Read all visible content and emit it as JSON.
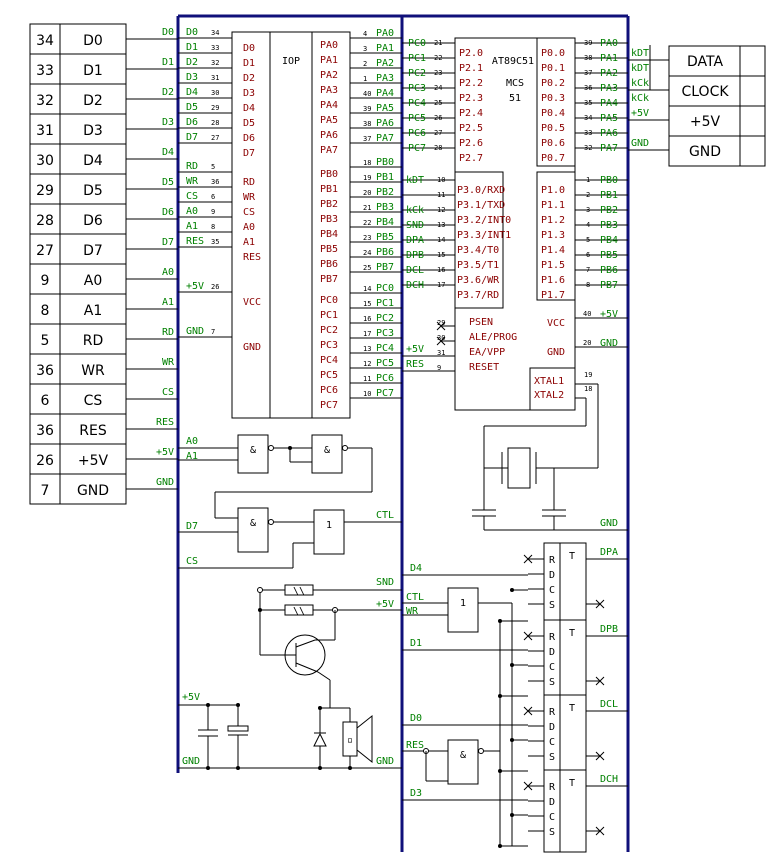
{
  "left_connector": [
    {
      "pin": "34",
      "name": "D0",
      "net": "D0"
    },
    {
      "pin": "33",
      "name": "D1",
      "net": "D1"
    },
    {
      "pin": "32",
      "name": "D2",
      "net": "D2"
    },
    {
      "pin": "31",
      "name": "D3",
      "net": "D3"
    },
    {
      "pin": "30",
      "name": "D4",
      "net": "D4"
    },
    {
      "pin": "29",
      "name": "D5",
      "net": "D5"
    },
    {
      "pin": "28",
      "name": "D6",
      "net": "D6"
    },
    {
      "pin": "27",
      "name": "D7",
      "net": "D7"
    },
    {
      "pin": "9",
      "name": "A0",
      "net": "A0"
    },
    {
      "pin": "8",
      "name": "A1",
      "net": "A1"
    },
    {
      "pin": "5",
      "name": "RD",
      "net": "RD"
    },
    {
      "pin": "36",
      "name": "WR",
      "net": "WR"
    },
    {
      "pin": "6",
      "name": "CS",
      "net": "CS"
    },
    {
      "pin": "36",
      "name": "RES",
      "net": "RES"
    },
    {
      "pin": "26",
      "name": "+5V",
      "net": "+5V"
    },
    {
      "pin": "7",
      "name": "GND",
      "net": "GND"
    }
  ],
  "right_connector": [
    {
      "name": "DATA",
      "net": "kDT"
    },
    {
      "name": "CLOCK",
      "net": "kCk"
    },
    {
      "name": "+5V",
      "net": "+5V"
    },
    {
      "name": "GND",
      "net": "GND"
    }
  ],
  "iop": {
    "title": "IOP",
    "left": [
      {
        "net": "D0",
        "pin": "34",
        "name": "D0"
      },
      {
        "net": "D1",
        "pin": "33",
        "name": "D1"
      },
      {
        "net": "D2",
        "pin": "32",
        "name": "D2"
      },
      {
        "net": "D3",
        "pin": "31",
        "name": "D3"
      },
      {
        "net": "D4",
        "pin": "30",
        "name": "D4"
      },
      {
        "net": "D5",
        "pin": "29",
        "name": "D5"
      },
      {
        "net": "D6",
        "pin": "28",
        "name": "D6"
      },
      {
        "net": "D7",
        "pin": "27",
        "name": "D7"
      },
      {
        "net": "RD",
        "pin": "5",
        "name": "RD"
      },
      {
        "net": "WR",
        "pin": "36",
        "name": "WR"
      },
      {
        "net": "CS",
        "pin": "6",
        "name": "CS"
      },
      {
        "net": "A0",
        "pin": "9",
        "name": "A0"
      },
      {
        "net": "A1",
        "pin": "8",
        "name": "A1"
      },
      {
        "net": "RES",
        "pin": "35",
        "name": "RES"
      },
      {
        "net": "+5V",
        "pin": "26",
        "name": "VCC"
      },
      {
        "net": "GND",
        "pin": "7",
        "name": "GND"
      }
    ],
    "porta": [
      {
        "name": "PA0",
        "pin": "4",
        "net": "PA0"
      },
      {
        "name": "PA1",
        "pin": "3",
        "net": "PA1"
      },
      {
        "name": "PA2",
        "pin": "2",
        "net": "PA2"
      },
      {
        "name": "PA3",
        "pin": "1",
        "net": "PA3"
      },
      {
        "name": "PA4",
        "pin": "40",
        "net": "PA4"
      },
      {
        "name": "PA5",
        "pin": "39",
        "net": "PA5"
      },
      {
        "name": "PA6",
        "pin": "38",
        "net": "PA6"
      },
      {
        "name": "PA7",
        "pin": "37",
        "net": "PA7"
      }
    ],
    "portb": [
      {
        "name": "PB0",
        "pin": "18",
        "net": "PB0"
      },
      {
        "name": "PB1",
        "pin": "19",
        "net": "PB1"
      },
      {
        "name": "PB2",
        "pin": "20",
        "net": "PB2"
      },
      {
        "name": "PB3",
        "pin": "21",
        "net": "PB3"
      },
      {
        "name": "PB4",
        "pin": "22",
        "net": "PB4"
      },
      {
        "name": "PB5",
        "pin": "23",
        "net": "PB5"
      },
      {
        "name": "PB6",
        "pin": "24",
        "net": "PB6"
      },
      {
        "name": "PB7",
        "pin": "25",
        "net": "PB7"
      }
    ],
    "portc": [
      {
        "name": "PC0",
        "pin": "14",
        "net": "PC0"
      },
      {
        "name": "PC1",
        "pin": "15",
        "net": "PC1"
      },
      {
        "name": "PC2",
        "pin": "16",
        "net": "PC2"
      },
      {
        "name": "PC3",
        "pin": "17",
        "net": "PC3"
      },
      {
        "name": "PC4",
        "pin": "13",
        "net": "PC4"
      },
      {
        "name": "PC5",
        "pin": "12",
        "net": "PC5"
      },
      {
        "name": "PC6",
        "pin": "11",
        "net": "PC6"
      },
      {
        "name": "PC7",
        "pin": "10",
        "net": "PC7"
      }
    ]
  },
  "mcu": {
    "part": "AT89C51",
    "family": "MCS",
    "family2": "51",
    "p2": [
      {
        "net": "PC0",
        "pin": "21",
        "name": "P2.0"
      },
      {
        "net": "PC1",
        "pin": "22",
        "name": "P2.1"
      },
      {
        "net": "PC2",
        "pin": "23",
        "name": "P2.2"
      },
      {
        "net": "PC3",
        "pin": "24",
        "name": "P2.3"
      },
      {
        "net": "PC4",
        "pin": "25",
        "name": "P2.4"
      },
      {
        "net": "PC5",
        "pin": "26",
        "name": "P2.5"
      },
      {
        "net": "PC6",
        "pin": "27",
        "name": "P2.6"
      },
      {
        "net": "PC7",
        "pin": "28",
        "name": "P2.7"
      }
    ],
    "p0": [
      {
        "name": "P0.0",
        "pin": "39",
        "net": "PA0"
      },
      {
        "name": "P0.1",
        "pin": "38",
        "net": "PA1"
      },
      {
        "name": "P0.2",
        "pin": "37",
        "net": "PA2"
      },
      {
        "name": "P0.3",
        "pin": "36",
        "net": "PA3"
      },
      {
        "name": "P0.4",
        "pin": "35",
        "net": "PA4"
      },
      {
        "name": "P0.5",
        "pin": "34",
        "net": "PA5"
      },
      {
        "name": "P0.6",
        "pin": "33",
        "net": "PA6"
      },
      {
        "name": "P0.7",
        "pin": "32",
        "net": "PA7"
      }
    ],
    "p0_ext": [
      "kDT",
      "kDT",
      "kCk",
      "kCk",
      "+5V",
      "",
      "GND",
      ""
    ],
    "p3": [
      {
        "net": "kDT",
        "pin": "10",
        "name": "P3.0/RXD"
      },
      {
        "net": "",
        "pin": "11",
        "name": "P3.1/TXD"
      },
      {
        "net": "kCk",
        "pin": "12",
        "name": "P3.2/INT0"
      },
      {
        "net": "SND",
        "pin": "13",
        "name": "P3.3/INT1"
      },
      {
        "net": "DPA",
        "pin": "14",
        "name": "P3.4/T0"
      },
      {
        "net": "DPB",
        "pin": "15",
        "name": "P3.5/T1"
      },
      {
        "net": "DCL",
        "pin": "16",
        "name": "P3.6/WR"
      },
      {
        "net": "DCH",
        "pin": "17",
        "name": "P3.7/RD"
      }
    ],
    "p1": [
      {
        "name": "P1.0",
        "pin": "1",
        "net": "PB0"
      },
      {
        "name": "P1.1",
        "pin": "2",
        "net": "PB1"
      },
      {
        "name": "P1.2",
        "pin": "3",
        "net": "PB2"
      },
      {
        "name": "P1.3",
        "pin": "4",
        "net": "PB3"
      },
      {
        "name": "P1.4",
        "pin": "5",
        "net": "PB4"
      },
      {
        "name": "P1.5",
        "pin": "6",
        "net": "PB5"
      },
      {
        "name": "P1.6",
        "pin": "7",
        "net": "PB6"
      },
      {
        "name": "P1.7",
        "pin": "8",
        "net": "PB7"
      }
    ],
    "ctrl": [
      {
        "pin": "29",
        "name": "PSEN",
        "net": ""
      },
      {
        "pin": "30",
        "name": "ALE/PROG",
        "net": ""
      },
      {
        "pin": "31",
        "name": "EA/VPP",
        "net": "+5V"
      },
      {
        "pin": "9",
        "name": "RESET",
        "net": "RES"
      }
    ],
    "vcc": {
      "name": "VCC",
      "pin": "40",
      "net": "+5V"
    },
    "gnd": {
      "name": "GND",
      "pin": "20",
      "net": "GND"
    },
    "xtal1": {
      "name": "XTAL1",
      "pin": "19"
    },
    "xtal2": {
      "name": "XTAL2",
      "pin": "18"
    }
  },
  "nets": {
    "a0": "A0",
    "a1": "A1",
    "d7": "D7",
    "cs": "CS",
    "ctl": "CTL",
    "snd": "SND",
    "vcc": "+5V",
    "gnd": "GND",
    "d4": "D4",
    "d1": "D1",
    "d0": "D0",
    "d3": "D3",
    "res": "RES",
    "wr": "WR",
    "dpa": "DPA",
    "dpb": "DPB",
    "dcl": "DCL",
    "dch": "DCH"
  },
  "gates": {
    "and": "&",
    "or": "1"
  },
  "flipflop": {
    "title": "T",
    "pins": [
      "R",
      "D",
      "C",
      "S"
    ]
  }
}
